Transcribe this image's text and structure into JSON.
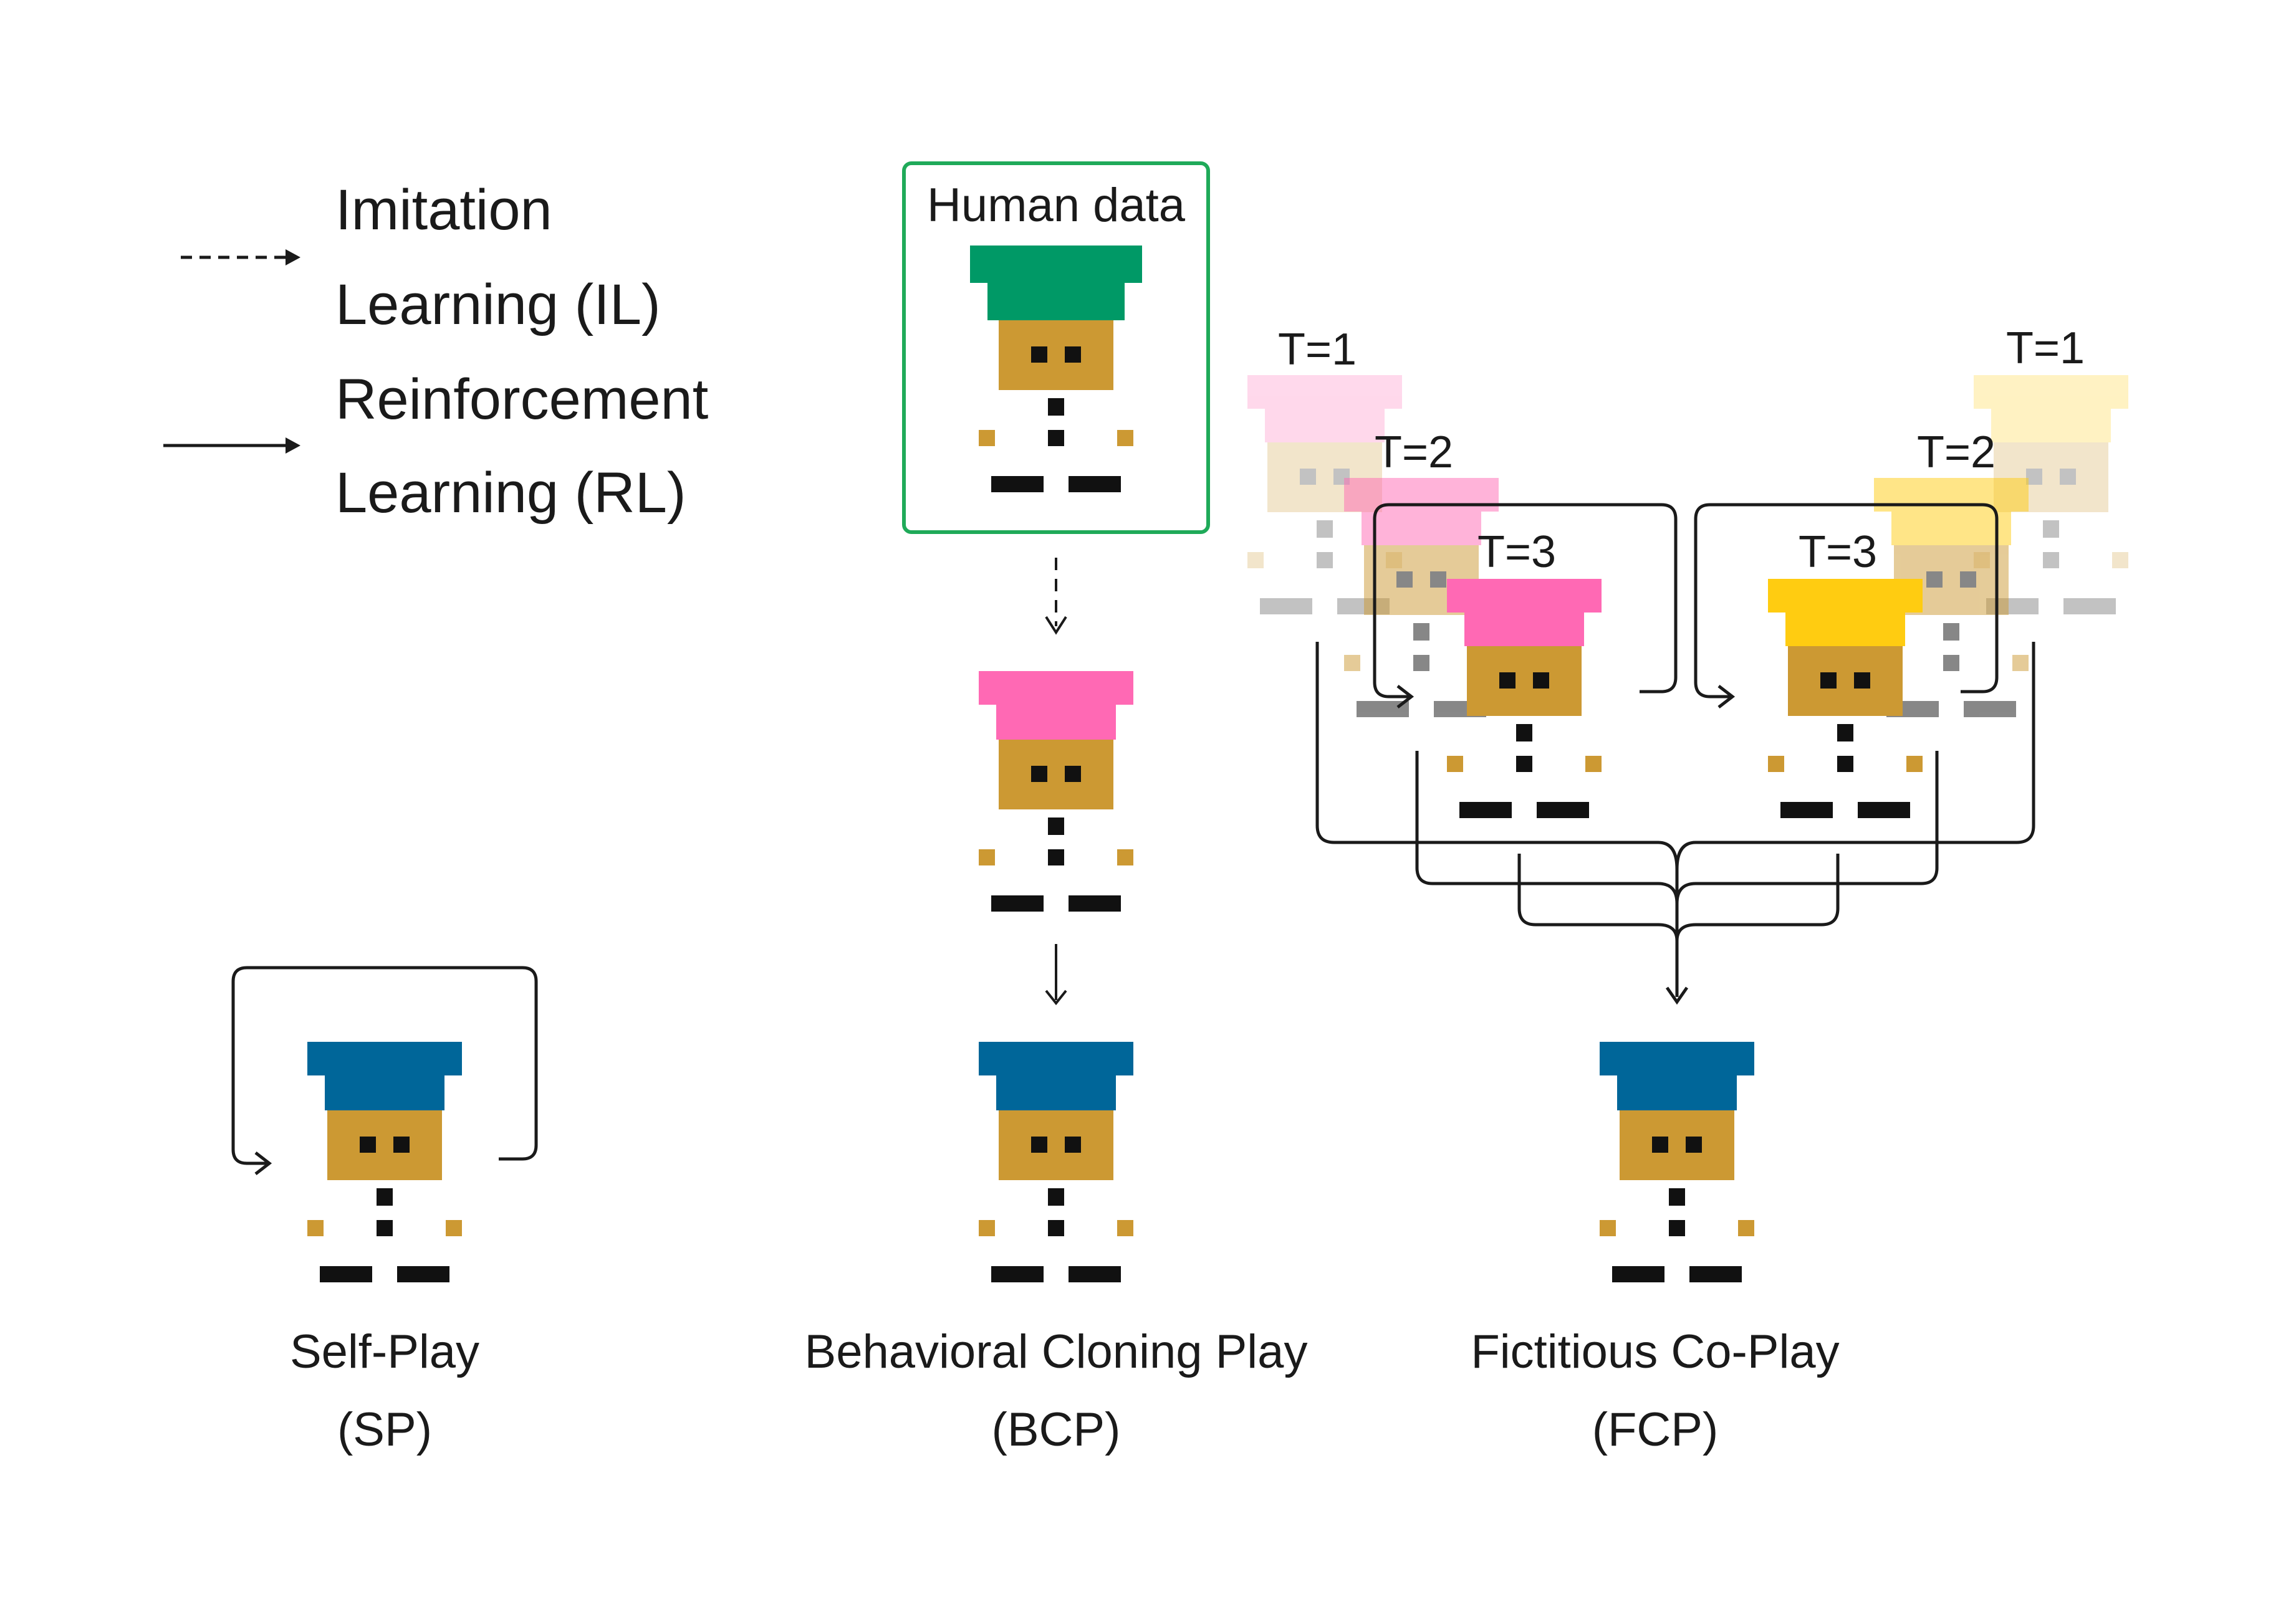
{
  "legend": {
    "il_label_line1": "Imitation",
    "il_label_line2": "Learning (IL)",
    "rl_label_line1": "Reinforcement",
    "rl_label_line2": "Learning (RL)"
  },
  "human_data": {
    "title": "Human data",
    "box_color": "#1faa59"
  },
  "fcp_timesteps": {
    "t1": "T=1",
    "t2": "T=2",
    "t3": "T=3"
  },
  "methods": {
    "sp": {
      "line1": "Self-Play",
      "line2": "(SP)"
    },
    "bcp": {
      "line1": "Behavioral Cloning Play",
      "line2": "(BCP)"
    },
    "fcp": {
      "line1": "Fictitious Co-Play",
      "line2": "(FCP)"
    }
  },
  "colors": {
    "hat_green": "#009966",
    "hat_pink": "#ff69b4",
    "hat_yellow": "#ffcc11",
    "hat_blue": "#006699",
    "face": "#cc9933",
    "text": "#1a1a1a",
    "arrow": "#1a1a1a"
  }
}
